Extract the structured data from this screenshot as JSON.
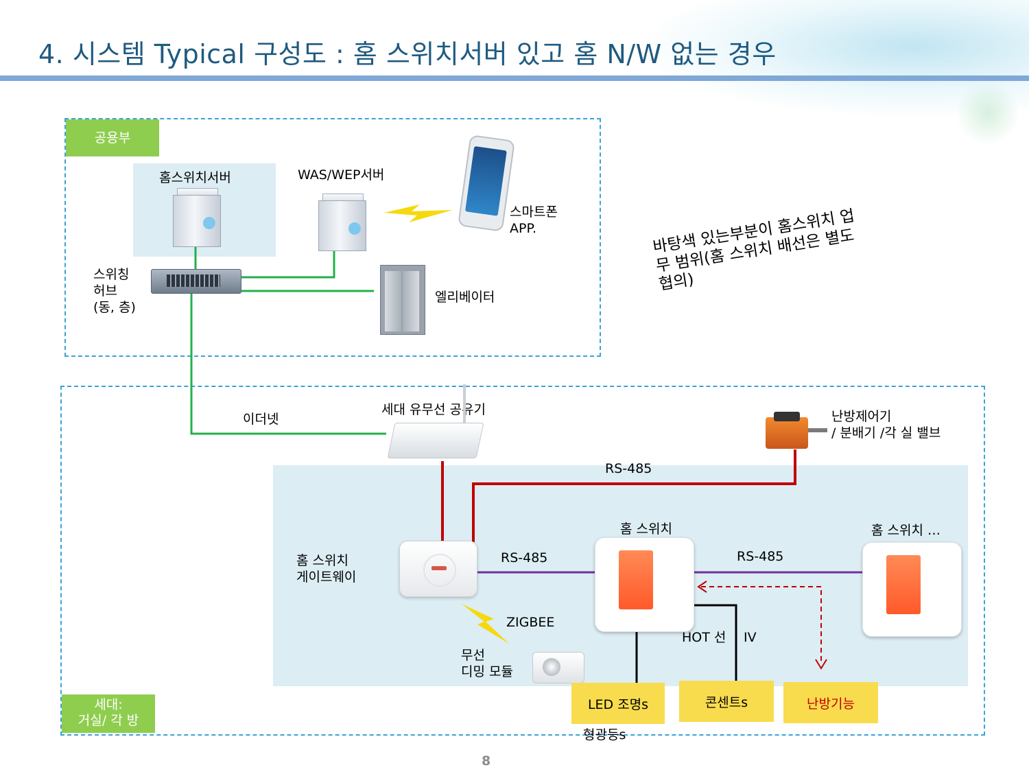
{
  "header": {
    "title": "4.  시스템 Typical 구성도  :  홈 스위치서버  있고    홈 N/W   없는   경우"
  },
  "common_area": {
    "tag": "공용부",
    "home_switch_server": "홈스위치서버",
    "was_server": "WAS/WEP서버",
    "smartphone": [
      "스마트폰",
      "APP."
    ],
    "switching_hub": [
      "스위칭",
      "허브",
      "(동, 층)"
    ],
    "elevator": "엘리베이터"
  },
  "note": [
    "바탕색 있는부분이 홈스위치 업",
    "무 범위(홈 스위치 배선은 별도",
    "협의)"
  ],
  "household": {
    "tag": [
      "세대:",
      "거실/ 각 방"
    ],
    "ethernet": "이더넷",
    "router": "세대 유무선 공유기",
    "heating_controller": [
      "난방제어기",
      "/ 분배기 /각 실 밸브"
    ],
    "rs485_top": "RS-485",
    "gateway": [
      "홈 스위치",
      "게이트웨이"
    ],
    "rs485_left": "RS-485",
    "home_switch": "홈 스위치",
    "rs485_right": "RS-485",
    "home_switch_more": "홈 스위치 …",
    "zigbee": "ZIGBEE",
    "wireless_dimming": [
      "무선",
      "디밍 모듈"
    ],
    "hot_line": "HOT 선",
    "iv": "IV",
    "led_lighting": "LED 조명s",
    "fluorescent": "형광등s",
    "outlets": "콘센트s",
    "heating_function": "난방기능"
  },
  "colors": {
    "title": "#1f5a80",
    "ethernet_line": "#22b04b",
    "rs485_power_line": "#c00000",
    "rs485_bus_line": "#7030a0",
    "heating_arrow": "#c00000",
    "heating_text": "#c00000",
    "tag_green": "#8fcd4f",
    "scope_background": "#dcedf3",
    "load_box": "#f8dc4e"
  },
  "page_number": "8"
}
